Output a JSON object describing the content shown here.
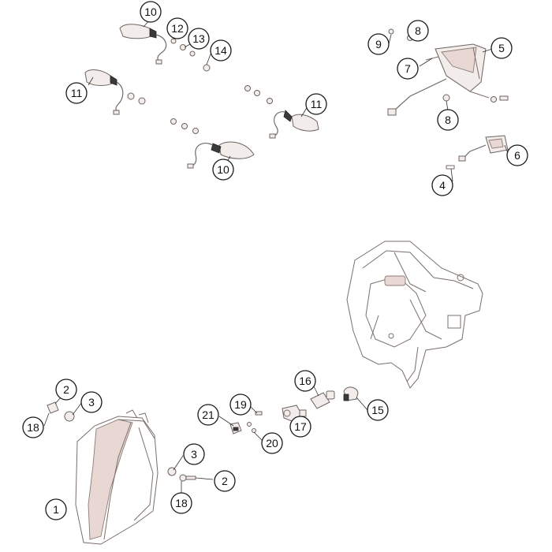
{
  "diagram": {
    "colors": {
      "outline": "#7a6f6a",
      "fill": "#f2ecea",
      "accent": "#e8d7d2",
      "callout": "#1a1a1a"
    },
    "callouts": [
      {
        "id": "c10a",
        "label": "10"
      },
      {
        "id": "c12",
        "label": "12"
      },
      {
        "id": "c13",
        "label": "13"
      },
      {
        "id": "c14",
        "label": "14"
      },
      {
        "id": "c11a",
        "label": "11"
      },
      {
        "id": "c11b",
        "label": "11"
      },
      {
        "id": "c10b",
        "label": "10"
      },
      {
        "id": "c9",
        "label": "9"
      },
      {
        "id": "c8a",
        "label": "8"
      },
      {
        "id": "c7",
        "label": "7"
      },
      {
        "id": "c5",
        "label": "5"
      },
      {
        "id": "c8b",
        "label": "8"
      },
      {
        "id": "c6",
        "label": "6"
      },
      {
        "id": "c4",
        "label": "4"
      },
      {
        "id": "c2a",
        "label": "2"
      },
      {
        "id": "c3a",
        "label": "3"
      },
      {
        "id": "c18a",
        "label": "18"
      },
      {
        "id": "c1",
        "label": "1"
      },
      {
        "id": "c3b",
        "label": "3"
      },
      {
        "id": "c2b",
        "label": "2"
      },
      {
        "id": "c18b",
        "label": "18"
      },
      {
        "id": "c21",
        "label": "21"
      },
      {
        "id": "c19",
        "label": "19"
      },
      {
        "id": "c20",
        "label": "20"
      },
      {
        "id": "c16",
        "label": "16"
      },
      {
        "id": "c17",
        "label": "17"
      },
      {
        "id": "c15",
        "label": "15"
      }
    ]
  }
}
